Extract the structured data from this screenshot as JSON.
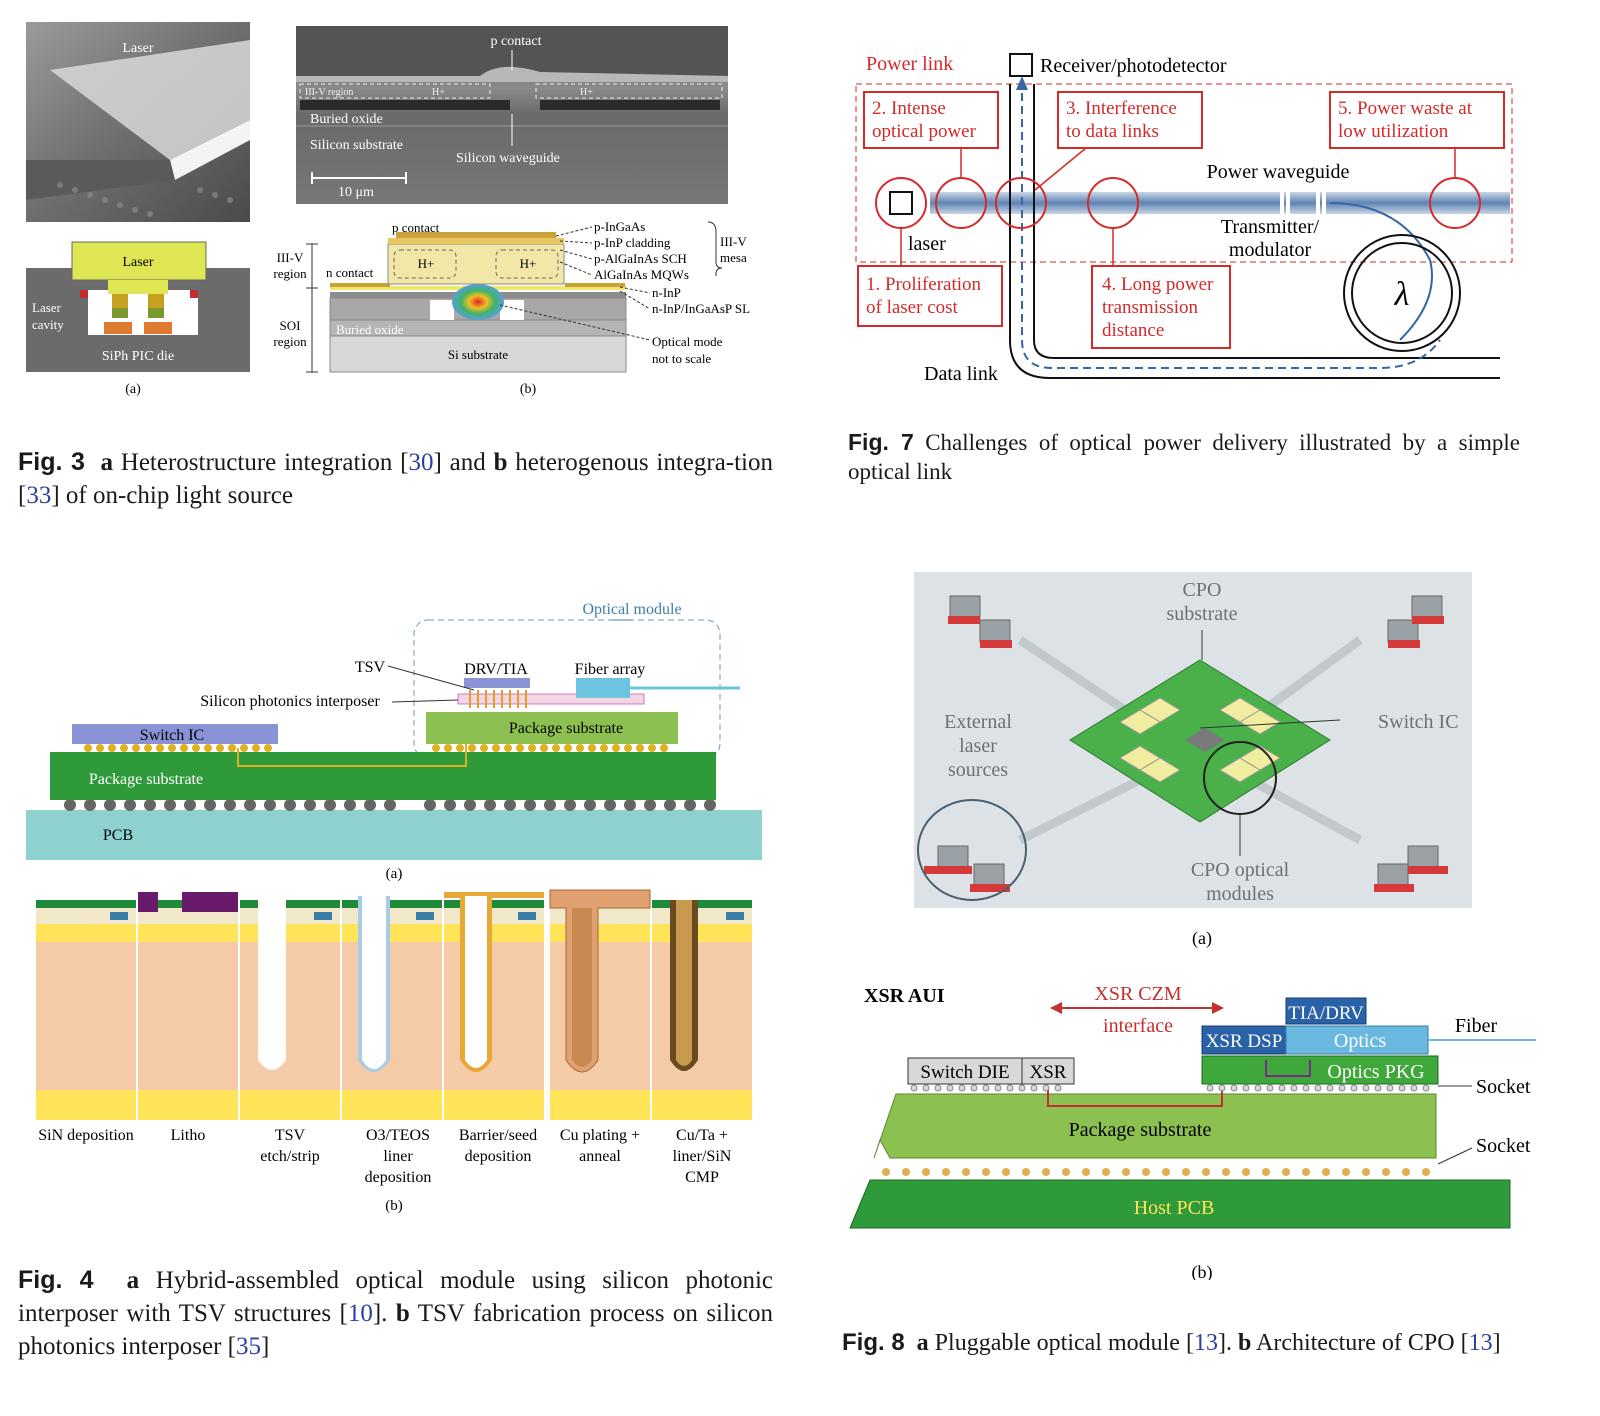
{
  "fig3": {
    "sem_left_label": "Laser",
    "schematic_a": {
      "laser": "Laser",
      "cavity": "Laser\ncavity",
      "die": "SiPh PIC die",
      "label": "(a)"
    },
    "sem_right": {
      "p_contact": "p contact",
      "iii_v_region": "III-V region",
      "h_plus": "H+",
      "buried_oxide": "Buried oxide",
      "silicon_substrate": "Silicon substrate",
      "silicon_waveguide": "Silicon waveguide",
      "scale_bar": "10 μm"
    },
    "schematic_b": {
      "p_contact": "p contact",
      "n_contact": "n contact",
      "iii_v_region": "III-V\nregion",
      "soi_region": "SOI\nregion",
      "h_plus": "H+",
      "buried_oxide": "Buried oxide",
      "si_substrate": "Si substrate",
      "layers": [
        "p-InGaAs",
        "p-InP cladding",
        "p-AlGaInAs SCH",
        "AlGaInAs MQWs",
        "n-InP",
        "n-InP/InGaAsP SL"
      ],
      "mesa": "III-V\nmesa",
      "optical_mode": "Optical mode\nnot to scale",
      "label": "(b)"
    },
    "caption": {
      "fig": "Fig. 3",
      "a": "a",
      "text1": " Heterostructure integration [",
      "ref1": "30",
      "text2": "] and ",
      "b": "b",
      "text3": " heterogenous integra-tion [",
      "ref2": "33",
      "text4": "] of on-chip light source"
    }
  },
  "fig7": {
    "power_link": "Power link",
    "receiver": "Receiver/photodetector",
    "challenges": [
      "2. Intense\noptical power",
      "3. Interference\nto data links",
      "5. Power waste at\nlow utilization",
      "1. Proliferation\nof laser cost",
      "4. Long power\ntransmission\ndistance"
    ],
    "power_waveguide": "Power waveguide",
    "transmitter": "Transmitter/\nmodulator",
    "laser": "laser",
    "data_link": "Data link",
    "lambda": "λ",
    "caption": {
      "fig": "Fig. 7",
      "text": "  Challenges of optical power delivery illustrated by a simple optical link"
    }
  },
  "fig4": {
    "optical_module": "Optical module",
    "tsv": "TSV",
    "drv_tia": "DRV/TIA",
    "fiber_array": "Fiber array",
    "interposer": "Silicon photonics interposer",
    "switch_ic": "Switch IC",
    "package_substrate": "Package substrate",
    "pcb": "PCB",
    "label_a": "(a)",
    "steps": [
      "SiN deposition",
      "Litho",
      "TSV\netch/strip",
      "O3/TEOS\nliner\ndeposition",
      "Barrier/seed\ndeposition",
      "Cu plating +\nanneal",
      "Cu/Ta +\nliner/SiN\nCMP"
    ],
    "label_b": "(b)",
    "caption": {
      "fig": "Fig. 4",
      "a": "a",
      "text1": " Hybrid-assembled optical module using silicon photonic interposer with TSV structures [",
      "ref1": "10",
      "text2": "]. ",
      "b": "b",
      "text3": " TSV fabrication process on silicon photonics interposer [",
      "ref2": "35",
      "text4": "]"
    }
  },
  "fig8": {
    "cpo_substrate": "CPO\nsubstrate",
    "switch_ic": "Switch IC",
    "external_laser": "External\nlaser\nsources",
    "cpo_modules": "CPO optical\nmodules",
    "label_a": "(a)",
    "xsr_aui": "XSR AUI",
    "xsr_czm": "XSR CZM",
    "interface": "interface",
    "tia_drv": "TIA/DRV",
    "xsr_dsp": "XSR DSP",
    "optics": "Optics",
    "fiber": "Fiber",
    "switch_die": "Switch DIE",
    "xsr": "XSR",
    "optics_pkg": "Optics PKG",
    "socket": "Socket",
    "package_substrate": "Package substrate",
    "host_pcb": "Host PCB",
    "label_b": "(b)",
    "caption": {
      "fig": "Fig. 8",
      "a": "a",
      "text1": " Pluggable optical module [",
      "ref1": "13",
      "text2": "]. ",
      "b": "b",
      "text3": " Architecture of CPO [",
      "ref2": "13",
      "text4": "]"
    }
  },
  "colors": {
    "accent_red": "#d42a2a",
    "ref_blue": "#2a3fa0",
    "pkg_green": "#2f9a3a",
    "light_green": "#8cc152",
    "pcb_teal": "#8fd1cf"
  }
}
